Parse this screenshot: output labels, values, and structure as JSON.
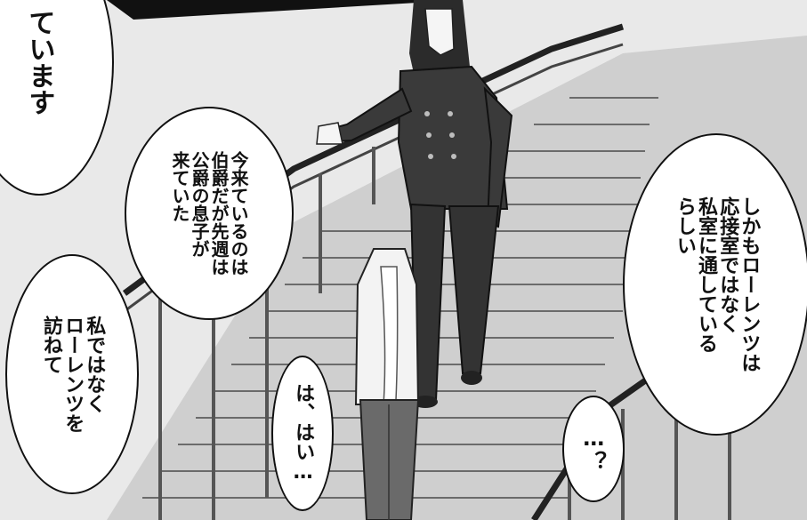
{
  "speech_bubbles": [
    {
      "id": "b1",
      "text": "ています"
    },
    {
      "id": "b2",
      "text": "今来ているのは\n伯爵だが先週は\n公爵の息子が\n来ていた"
    },
    {
      "id": "b3",
      "text": "私ではなく\nローレンツを\n訪ねて"
    },
    {
      "id": "b4",
      "text": "は、はい…"
    },
    {
      "id": "b5",
      "text": "しかもローレンツは\n応接室ではなく\n私室に通している\nらしい"
    },
    {
      "id": "b6",
      "text": "…？"
    }
  ]
}
